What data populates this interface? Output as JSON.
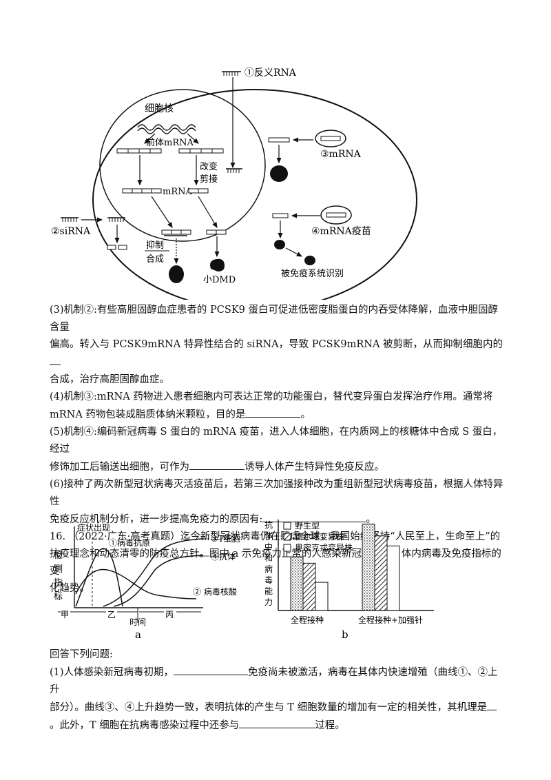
{
  "diagram1": {
    "labels": {
      "antisense": "①反义RNA",
      "nucleus": "细胞核",
      "pre_mrna": "前体mRNA",
      "alter_splice_1": "改变",
      "alter_splice_2": "剪接",
      "mrna": "mRNA",
      "sirna": "②siRNA",
      "inhibit": "抑制",
      "synthesis": "合成",
      "small_dmd": "小DMD",
      "drug_mrna": "③mRNA",
      "mrna_vaccine": "④mRNA疫苗",
      "immune_recognized": "被免疫系统识别"
    }
  },
  "questions": {
    "q3_line1": "(3)机制②:有些高胆固醇血症患者的 PCSK9 蛋白可促进低密度脂蛋白的内吞受体降解，血液中胆固醇含量",
    "q3_line2": "偏高。转入与 PCSK9mRNA 特异性结合的 siRNA，导致 PCSK9mRNA 被剪断，从而抑制细胞内的",
    "q3_line3": "合成，治疗高胆固醇血症。",
    "q4_line1": "(4)机制③:mRNA 药物进入患者细胞内可表达正常的功能蛋白，替代变异蛋白发挥治疗作用。通常将",
    "q4_line2a": "mRNA 药物包装成脂质体纳米颗粒，目的是",
    "q4_line2b": "。",
    "q5_line1": "(5)机制④:编码新冠病毒 S 蛋白的 mRNA 疫苗，进入人体细胞，在内质网上的核糖体中合成 S 蛋白，经过",
    "q5_line2a": "修饰加工后输送出细胞，可作为",
    "q5_line2b": "诱导人体产生特异性免疫反应。",
    "q6_line1": "(6)接种了两次新型冠状病毒灭活疫苗后，若第三次加强接种改为重组新型冠状病毒疫苗，根据人体特异性",
    "q6_line2a": "免疫反应机制分析，进一步提高免疫力的原因有:",
    "q6_line2b": "。",
    "q16_line1": "16.  （2022·广东·高考真题）迄今新型冠状病毒仍在肆虐全球，我国始终坚持“人民至上，生命至上”的",
    "q16_line2": "抗疫理念和动态清零的防疫总方针。图中 a 示免疫力正常的人感染新冠病毒后，体内病毒及免疫指标的变",
    "q16_line3": "化趋势。",
    "answer_intro": "回答下列问题:",
    "a1_line1a": "(1)人体感染新冠病毒初期，",
    "a1_line1b": "免疫尚未被激活，病毒在其体内快速增殖（曲线①、②上升",
    "a1_line2": "部分）。曲线③、④上升趋势一致，表明抗体的产生与 T 细胞数量的增加有一定的相关性，其机理是",
    "a1_line3a": "。此外，T 细胞在抗病毒感染过程中还参与",
    "a1_line3b": "过程。"
  },
  "chart_a": {
    "symptom": "症状出现",
    "ylabel": [
      "检",
      "测",
      "指",
      "标"
    ],
    "c1": "①病毒抗原",
    "c3": "③T细胞",
    "c4": "④抗体",
    "c2": "② 病毒核酸",
    "jia": "甲",
    "yi": "乙",
    "bing": "丙",
    "xlabel": "时间",
    "panel": "a"
  },
  "chart_data": {
    "type": "bar",
    "ylabel": [
      "抗",
      "体",
      "中",
      "和",
      "病",
      "毒",
      "能",
      "力"
    ],
    "categories": [
      "全程接种",
      "全程接种+加强针"
    ],
    "series": [
      {
        "name": "野生型",
        "values": [
          0.59,
          0.95
        ]
      },
      {
        "name": "德尔塔变异株",
        "values": [
          0.52,
          0.82
        ]
      },
      {
        "name": "奥密克戎变异株",
        "values": [
          0.31,
          0.71
        ]
      }
    ],
    "ylim": [
      0,
      1
    ],
    "panel": "b"
  }
}
